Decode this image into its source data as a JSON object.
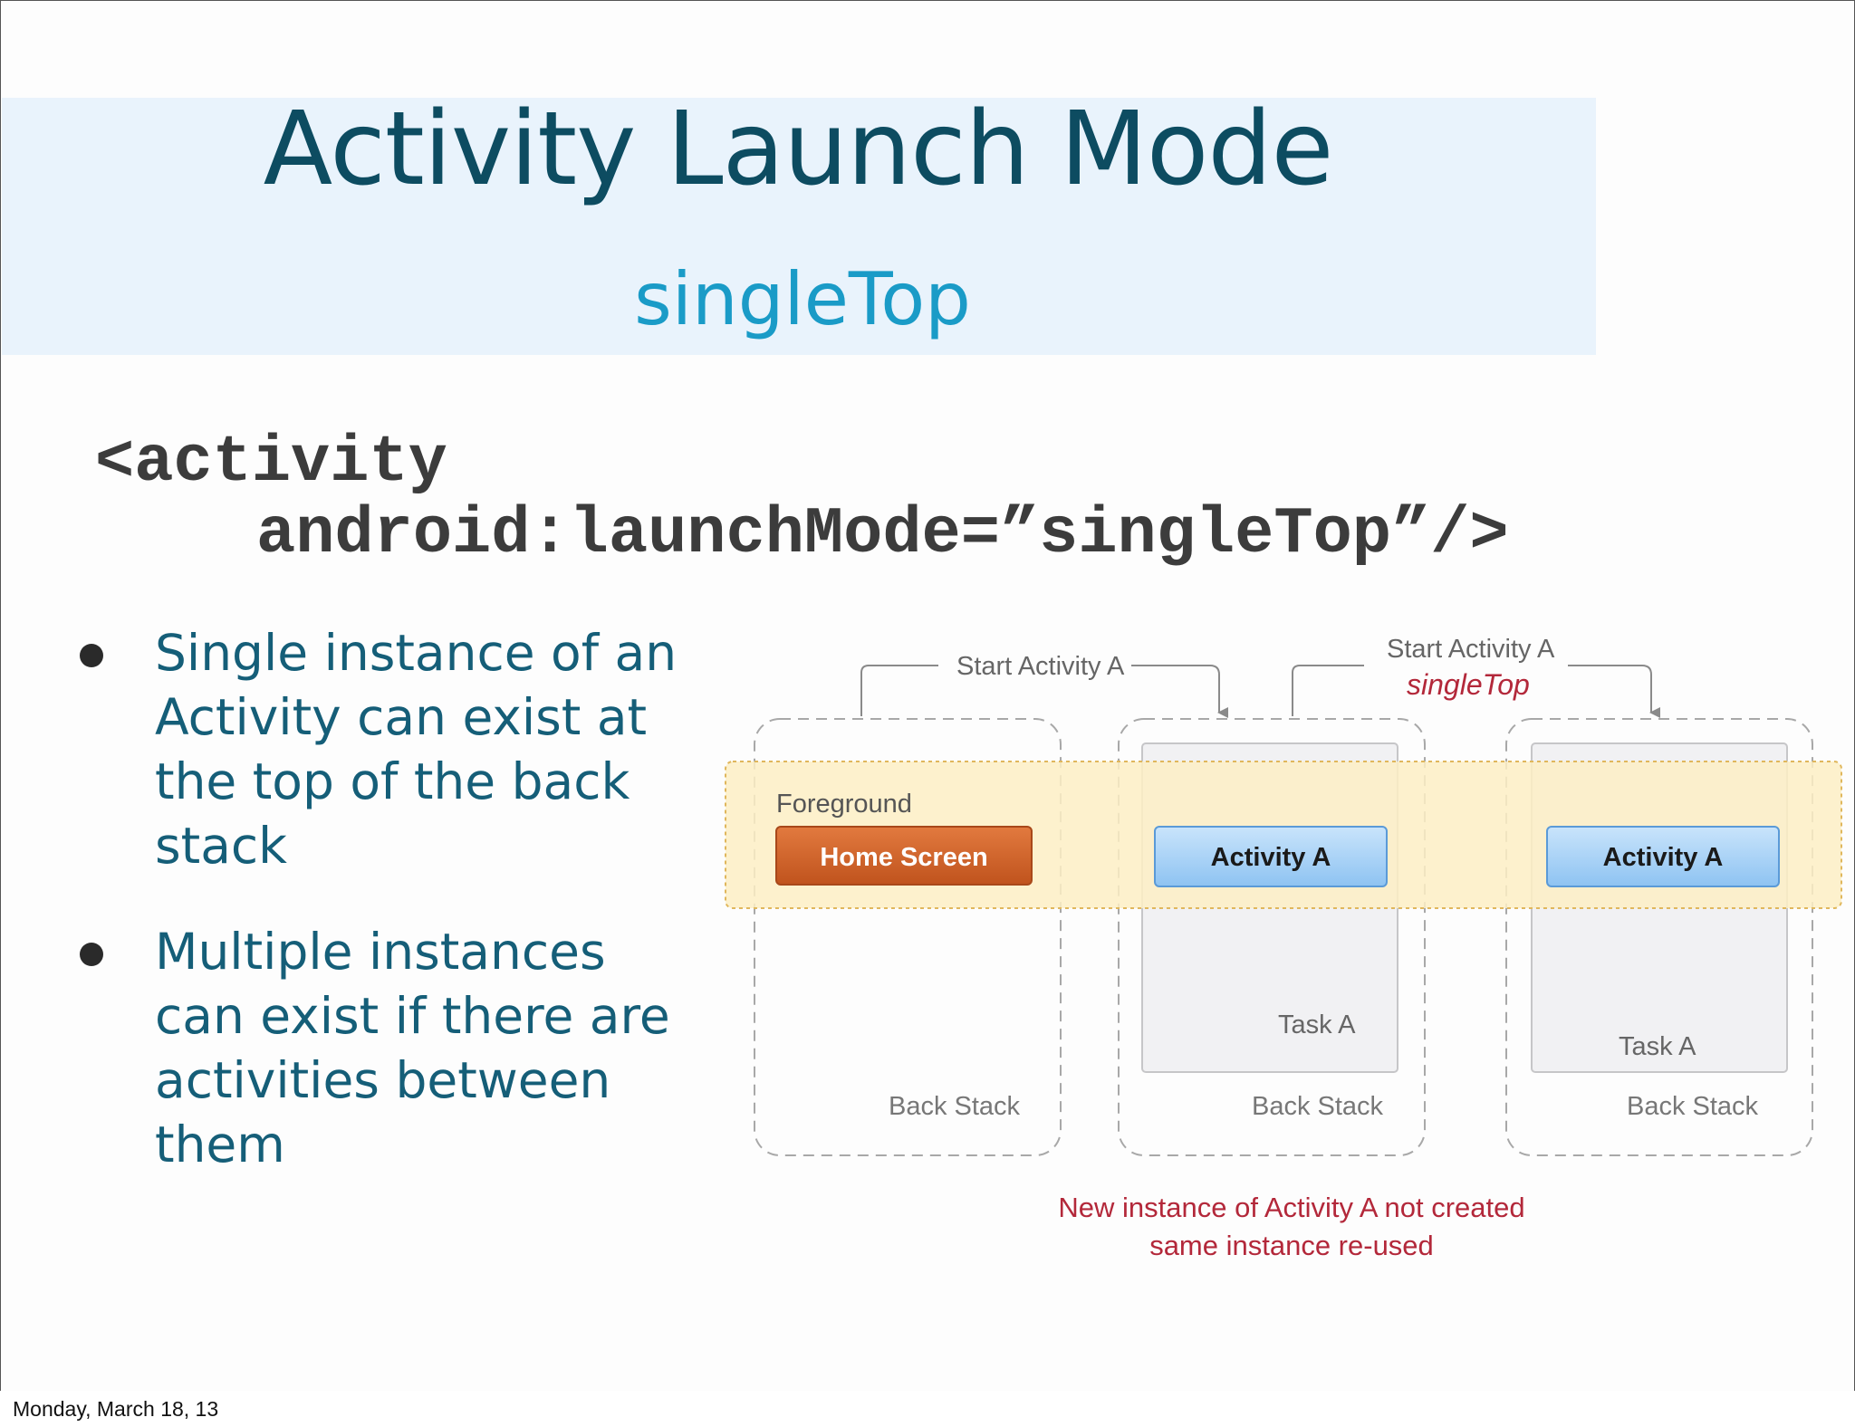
{
  "title": "Activity Launch Mode",
  "subtitle": "singleTop",
  "code": {
    "line1": "<activity",
    "line2": "android:launchMode=”singleTop”/>"
  },
  "bullets": [
    "Single instance of an Activity can exist at the top of the back stack",
    "Multiple instances can exist if there are activities between them"
  ],
  "diagram": {
    "start_label_1": "Start Activity A",
    "start_label_2": "Start Activity A",
    "start_label_2_mode": "singleTop",
    "foreground_label": "Foreground",
    "home_button": "Home Screen",
    "activity_a_1": "Activity A",
    "activity_a_2": "Activity A",
    "task_1": "Task A",
    "task_2": "Task A",
    "back_stack_1": "Back Stack",
    "back_stack_2": "Back Stack",
    "back_stack_3": "Back Stack",
    "note_line1": "New instance of Activity A not created",
    "note_line2": "same instance re-used"
  },
  "colors": {
    "title": "#0d4c61",
    "subtitle": "#1a9bc7",
    "bullet_text": "#155e78",
    "note": "#b3283a",
    "home_button": "#d0612a",
    "activity_button": "#a9d2f7"
  },
  "footer": {
    "date": "Monday, March 18, 13"
  }
}
